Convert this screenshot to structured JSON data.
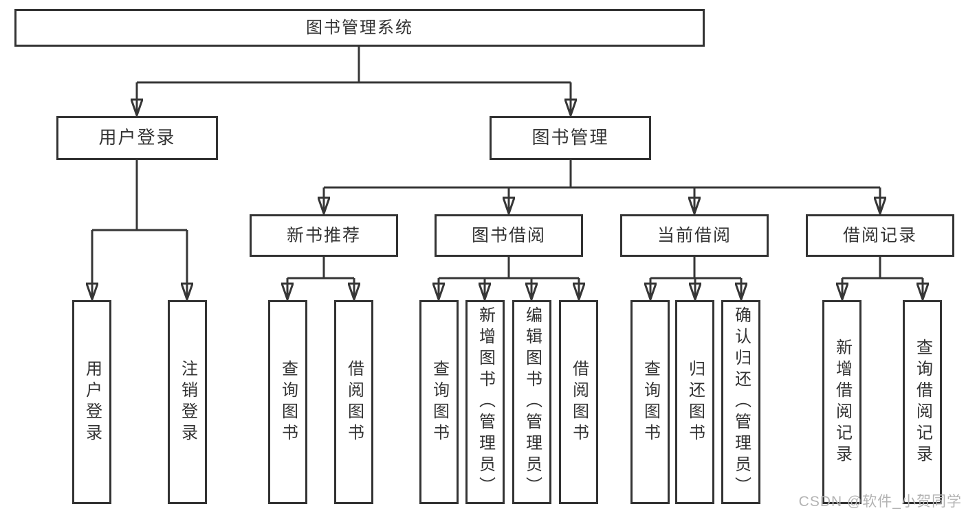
{
  "title": "图书管理系统",
  "watermark": "CSDN @软件_小贺同学",
  "colors": {
    "line": "#363636",
    "text": "#333333",
    "watermark": "#b3b3b3",
    "background": "#ffffff"
  },
  "branches": [
    {
      "label": "用户登录",
      "children": [
        {
          "label": "用户登录"
        },
        {
          "label": "注销登录"
        }
      ]
    },
    {
      "label": "图书管理",
      "children": [
        {
          "label": "新书推荐",
          "children": [
            {
              "label": "查询图书"
            },
            {
              "label": "借阅图书"
            }
          ]
        },
        {
          "label": "图书借阅",
          "children": [
            {
              "label": "查询图书"
            },
            {
              "label": "新增图书（管理员）"
            },
            {
              "label": "编辑图书（管理员）"
            },
            {
              "label": "借阅图书"
            }
          ]
        },
        {
          "label": "当前借阅",
          "children": [
            {
              "label": "查询图书"
            },
            {
              "label": "归还图书"
            },
            {
              "label": "确认归还（管理员）"
            }
          ]
        },
        {
          "label": "借阅记录",
          "children": [
            {
              "label": "新增借阅记录"
            },
            {
              "label": "查询借阅记录"
            }
          ]
        }
      ]
    }
  ]
}
